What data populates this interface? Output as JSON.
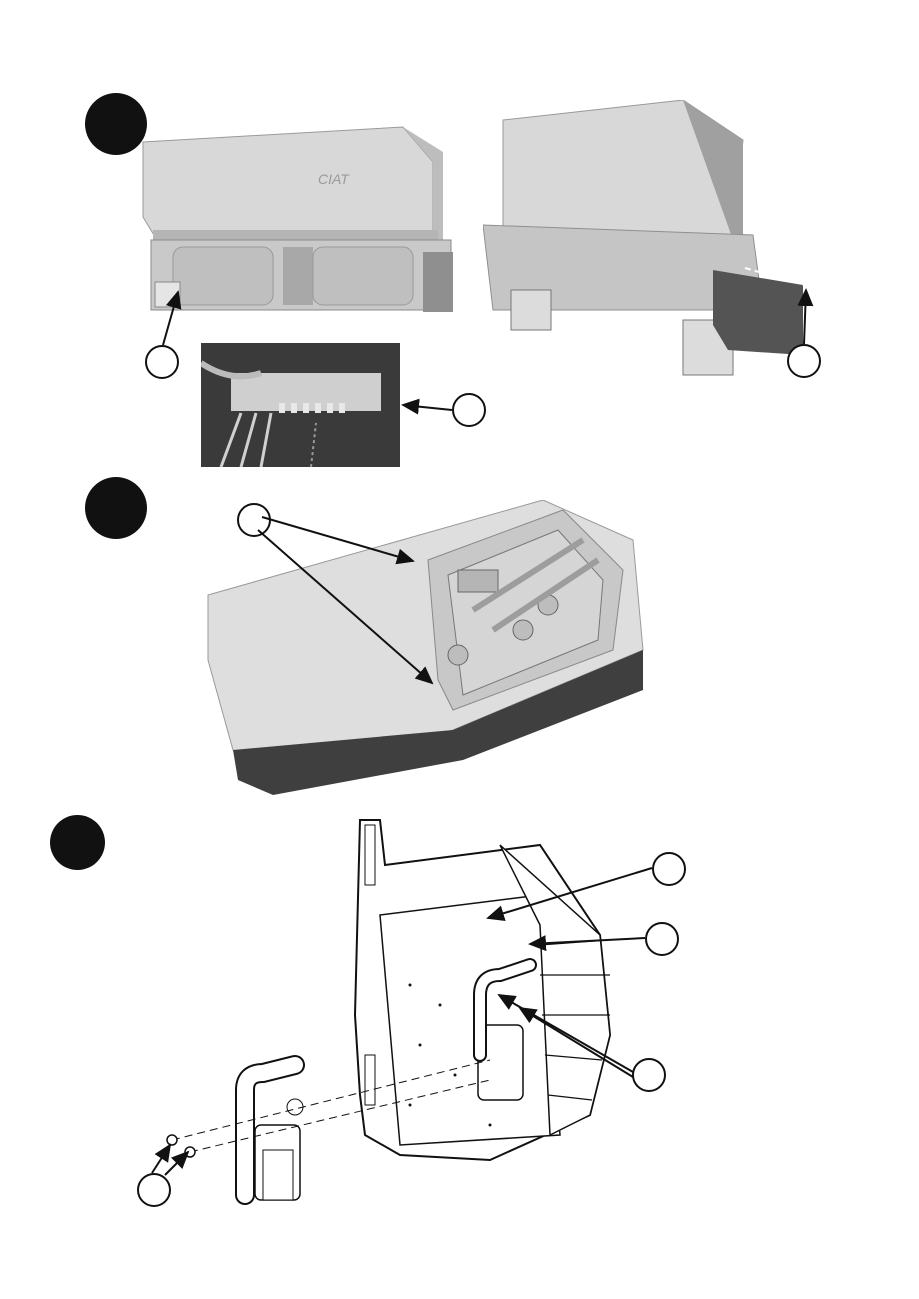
{
  "figures": {
    "figure_1": {
      "step_marker": "filled-circle",
      "unit_brand_mark": "CIAT",
      "callouts": [
        "",
        "",
        ""
      ]
    },
    "figure_2": {
      "step_marker": "filled-circle",
      "callouts": [
        ""
      ]
    },
    "figure_3": {
      "step_marker": "filled-circle",
      "callouts": [
        "",
        "",
        "",
        ""
      ]
    }
  },
  "colors": {
    "step_marker": "#111111",
    "unit_body": "#d9d9d9",
    "unit_shade": "#a9a9a9",
    "photo_dark": "#3a3a3a",
    "line": "#111111"
  }
}
